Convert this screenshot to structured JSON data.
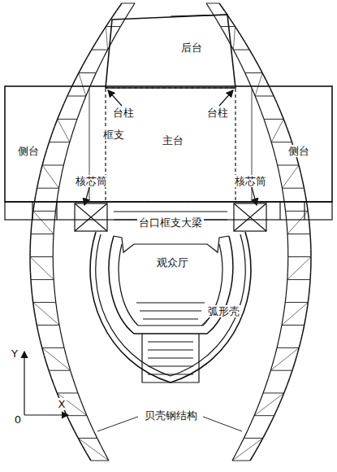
{
  "diagram": {
    "labels": [
      "后台",
      "台柱",
      "台柱",
      "侧台",
      "框支",
      "主台",
      "侧台",
      "核芯筒",
      "核芯筒",
      "台口框支大梁",
      "观众厅",
      "弧形壳",
      "Y",
      "X",
      "0",
      "贝壳钢结构"
    ]
  }
}
